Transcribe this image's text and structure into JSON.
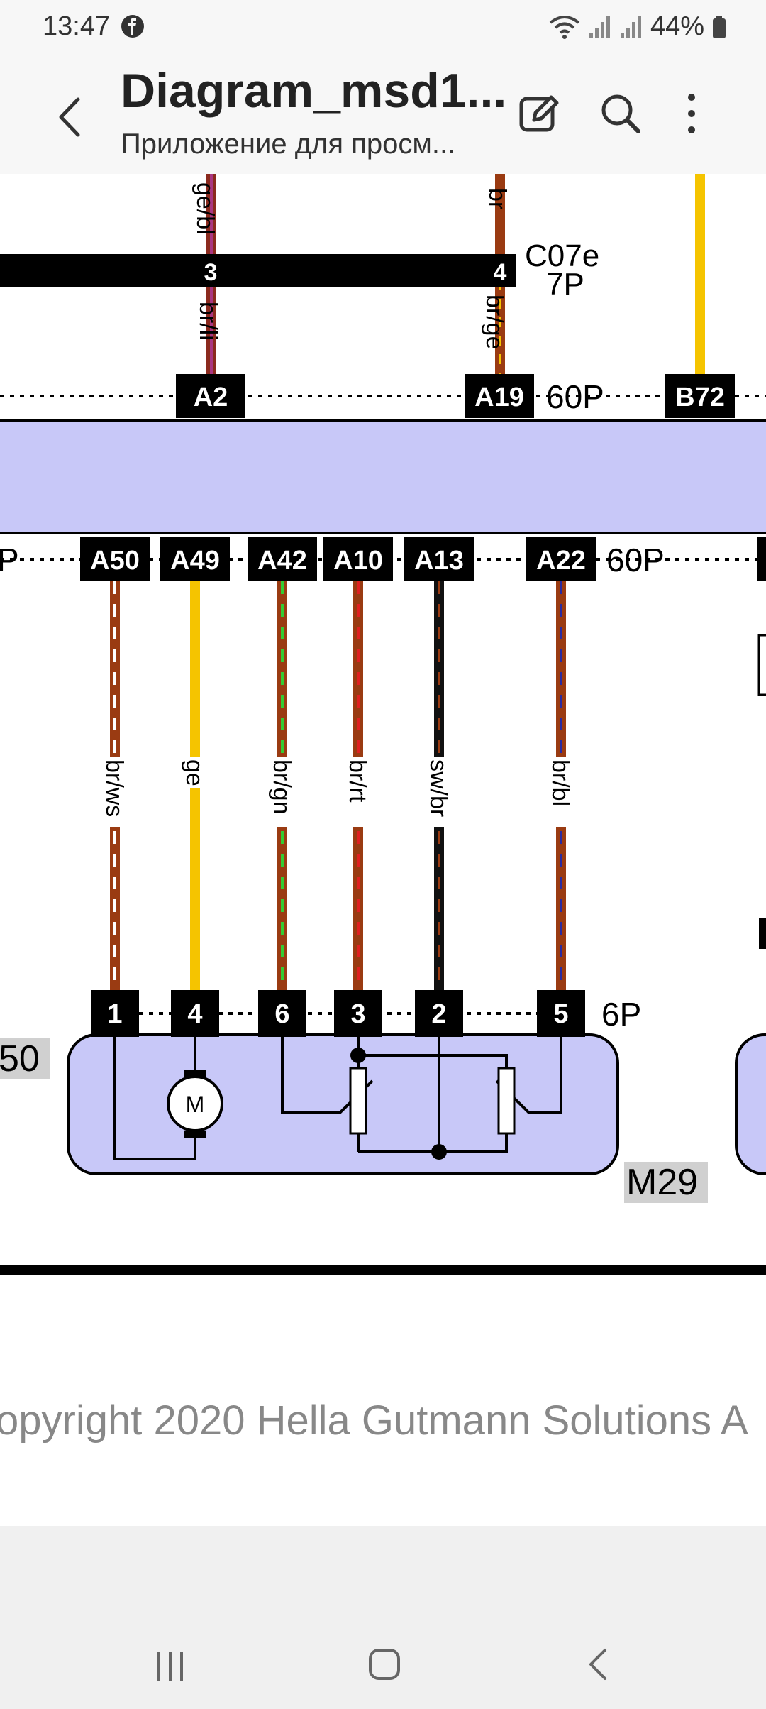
{
  "status_bar": {
    "time": "13:47",
    "battery": "44%",
    "icons": [
      "facebook-icon",
      "wifi-icon",
      "signal-icon",
      "signal-icon",
      "battery-icon"
    ]
  },
  "app_bar": {
    "title": "Diagram_msd1...",
    "subtitle": "Приложение для просм...",
    "icons": [
      "back-icon",
      "edit-icon",
      "search-icon",
      "more-icon"
    ]
  },
  "diagram": {
    "connector_top": {
      "pin_left": "3",
      "pin_right": "4",
      "name": "C07e",
      "pins": "7P"
    },
    "upper_header": {
      "pins": [
        "A2",
        "A19",
        "B72"
      ],
      "count": "60P"
    },
    "lower_header": {
      "left_fragment": "P",
      "pins": [
        "A50",
        "A49",
        "A42",
        "A10",
        "A13",
        "A22"
      ],
      "count": "60P"
    },
    "upper_wires": [
      {
        "label": "ge/bl"
      },
      {
        "label": "br/li"
      },
      {
        "label": "br"
      },
      {
        "label": "br/ge"
      }
    ],
    "lower_wires": [
      {
        "label": "br/ws",
        "color": "#9a3b12",
        "stripe": "#ffffff"
      },
      {
        "label": "ge",
        "color": "#f5c400",
        "stripe": ""
      },
      {
        "label": "br/gn",
        "color": "#9a3b12",
        "stripe": "#33cc33"
      },
      {
        "label": "br/rt",
        "color": "#9a3b12",
        "stripe": "#e02020"
      },
      {
        "label": "sw/br",
        "color": "#111111",
        "stripe": "#9a3b12"
      },
      {
        "label": "br/bl",
        "color": "#9a3b12",
        "stripe": "#2a2aa0"
      }
    ],
    "component": {
      "pins": [
        "1",
        "4",
        "6",
        "3",
        "2",
        "5"
      ],
      "pin_count": "6P",
      "name": "M29",
      "motor_label": "M",
      "left_fragment": "50"
    },
    "copyright": "opyright 2020 Hella Gutmann Solutions A"
  },
  "nav_bar": {
    "icons": [
      "recent-apps-icon",
      "home-icon",
      "back-nav-icon"
    ]
  }
}
